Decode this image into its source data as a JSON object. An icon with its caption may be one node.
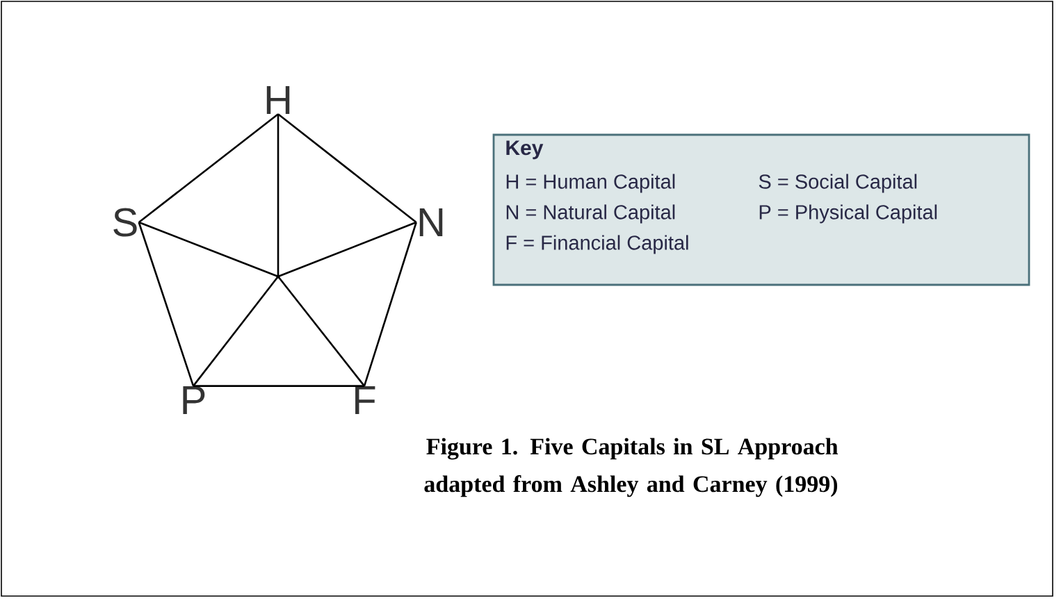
{
  "diagram": {
    "caption": "Figure 1. Five Capitals in SL Approach adapted from Ashley and Carney (1999)",
    "nodes": [
      {
        "text": [
          "H"
        ]
      },
      {
        "text": [
          "S"
        ]
      },
      {
        "text": [
          "N"
        ]
      },
      {
        "text": [
          "P"
        ]
      },
      {
        "text": [
          "F"
        ]
      },
      {
        "text": [],
        "shape": "point"
      },
      {
        "text": [
          "Key",
          "H = Human Capital",
          "S = Social Capital",
          "N = Natural Capital",
          "P = Physical Capital",
          "F = Financial Capital"
        ]
      }
    ],
    "edges": [
      {
        "from": 0,
        "to": 2,
        "arrow": "none"
      },
      {
        "from": 2,
        "to": 4,
        "arrow": "none"
      },
      {
        "from": 4,
        "to": 3,
        "arrow": "none"
      },
      {
        "from": 3,
        "to": 1,
        "arrow": "none"
      },
      {
        "from": 1,
        "to": 0,
        "arrow": "none"
      },
      {
        "from": 5,
        "to": 0,
        "arrow": "none"
      },
      {
        "from": 5,
        "to": 1,
        "arrow": "none"
      },
      {
        "from": 5,
        "to": 2,
        "arrow": "none"
      },
      {
        "from": 5,
        "to": 3,
        "arrow": "none"
      },
      {
        "from": 5,
        "to": 4,
        "arrow": "none"
      }
    ]
  }
}
